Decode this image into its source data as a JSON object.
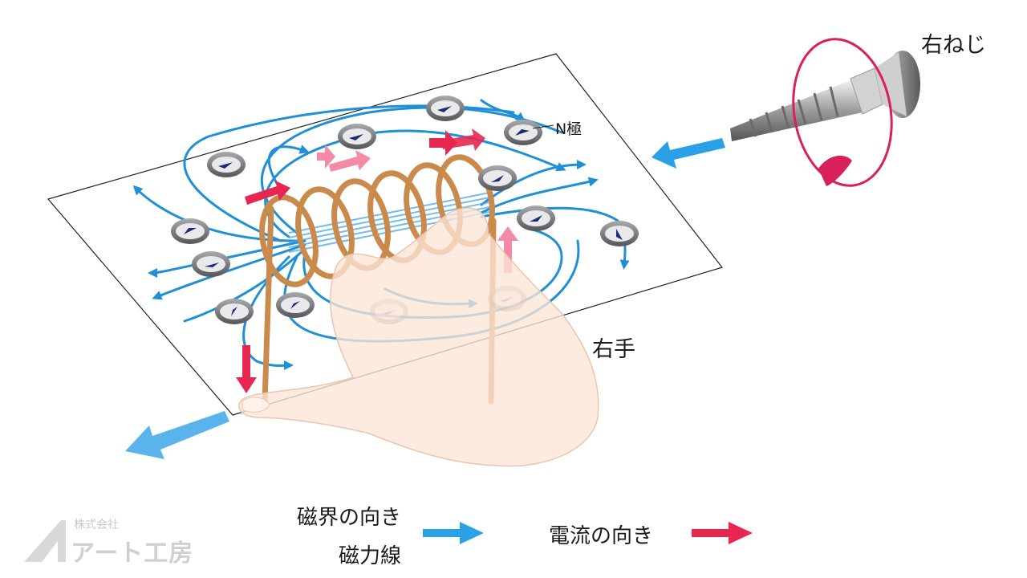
{
  "labels": {
    "screw": "右ねじ",
    "hand": "右手",
    "n_pole": "N極"
  },
  "legend": {
    "field_direction": "磁界の向き",
    "field_lines": "磁力線",
    "current_direction": "電流の向き"
  },
  "logo": {
    "small": "株式会社",
    "big": "アート工房"
  },
  "colors": {
    "field": "#1f8fd6",
    "field_legend": "#2aa0e6",
    "current": "#e8264f",
    "current_light": "#f58aa6",
    "coil": "#c98a4b",
    "compass_body": "#6e6f73",
    "compass_needle": "#1a2c7a",
    "hand_fill": "#fce6d6",
    "screw_ring": "#d8205a"
  },
  "icons": {
    "compass": "compass-icon",
    "screw": "screw-icon",
    "hand": "right-hand-icon",
    "arrow": "arrow-icon"
  }
}
